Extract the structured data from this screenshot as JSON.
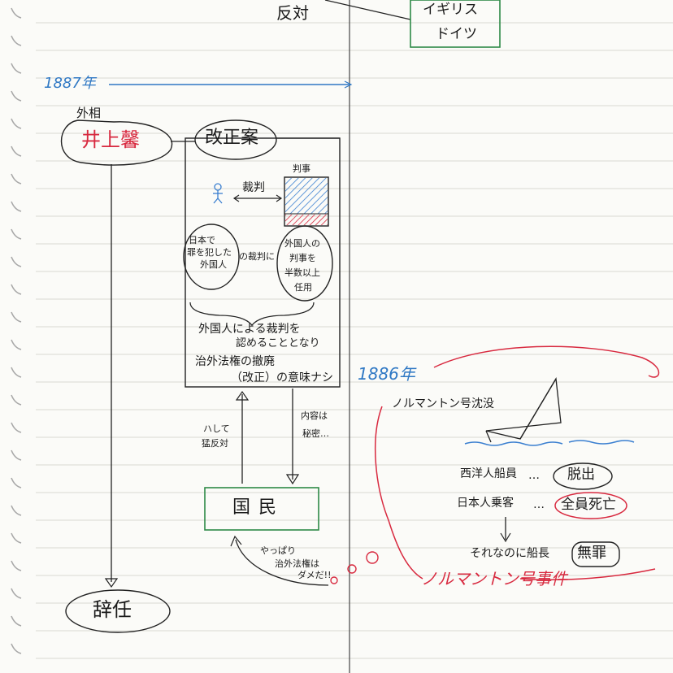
{
  "top": {
    "opposition_label": "反対",
    "countries": [
      "イギリス",
      "ドイツ"
    ]
  },
  "year_1887": "1887年",
  "minister": {
    "title": "外相",
    "name": "井上馨"
  },
  "proposal": {
    "title": "改正案",
    "judge_label": "判事",
    "trial_label": "裁判",
    "left_bubble": [
      "日本で",
      "罪を犯した",
      "外国人"
    ],
    "connector": "の裁判に",
    "right_bubble": [
      "外国人の",
      "判事を",
      "半数以上",
      "任用"
    ],
    "conclusion": [
      "外国人による裁判を",
      "認めることとなり",
      "治外法権の撤廃",
      "（改正）の意味ナシ"
    ]
  },
  "arrows": {
    "up_label": [
      "ハして",
      "猛反対"
    ],
    "down_label": [
      "内容は",
      "秘密…"
    ]
  },
  "people": "国民",
  "people_thought": [
    "やっぱり",
    "治外法権は",
    "ダメだ!!"
  ],
  "resignation": "辞任",
  "incident": {
    "year": "1886年",
    "ship_sinking": "ノルマントン号沈没",
    "western_crew": "西洋人船員",
    "western_result": "脱出",
    "japanese_passengers": "日本人乗客",
    "japanese_result": "全員死亡",
    "despite": "それなのに船長",
    "verdict": "無罪",
    "name": "ノルマントン号事件"
  }
}
